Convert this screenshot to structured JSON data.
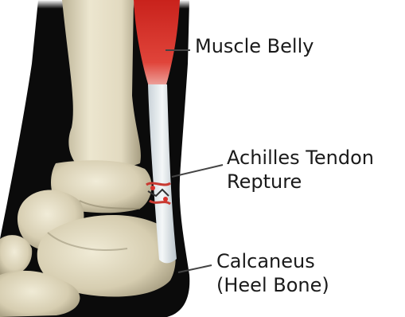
{
  "labels": {
    "muscle_belly": "Muscle Belly",
    "rupture_line1": "Achilles Tendon",
    "rupture_line2": "Repture",
    "calcaneus_line1": "Calcaneus",
    "calcaneus_line2": "(Heel Bone)"
  },
  "colors": {
    "background": "#ffffff",
    "skin_silhouette": "#0b0b0b",
    "bone": "#e4dcc2",
    "bone_shadow": "#a89f84",
    "tendon": "#e8ecef",
    "muscle": "#d8322c",
    "leader_line": "#444444",
    "text": "#1a1a1a"
  }
}
